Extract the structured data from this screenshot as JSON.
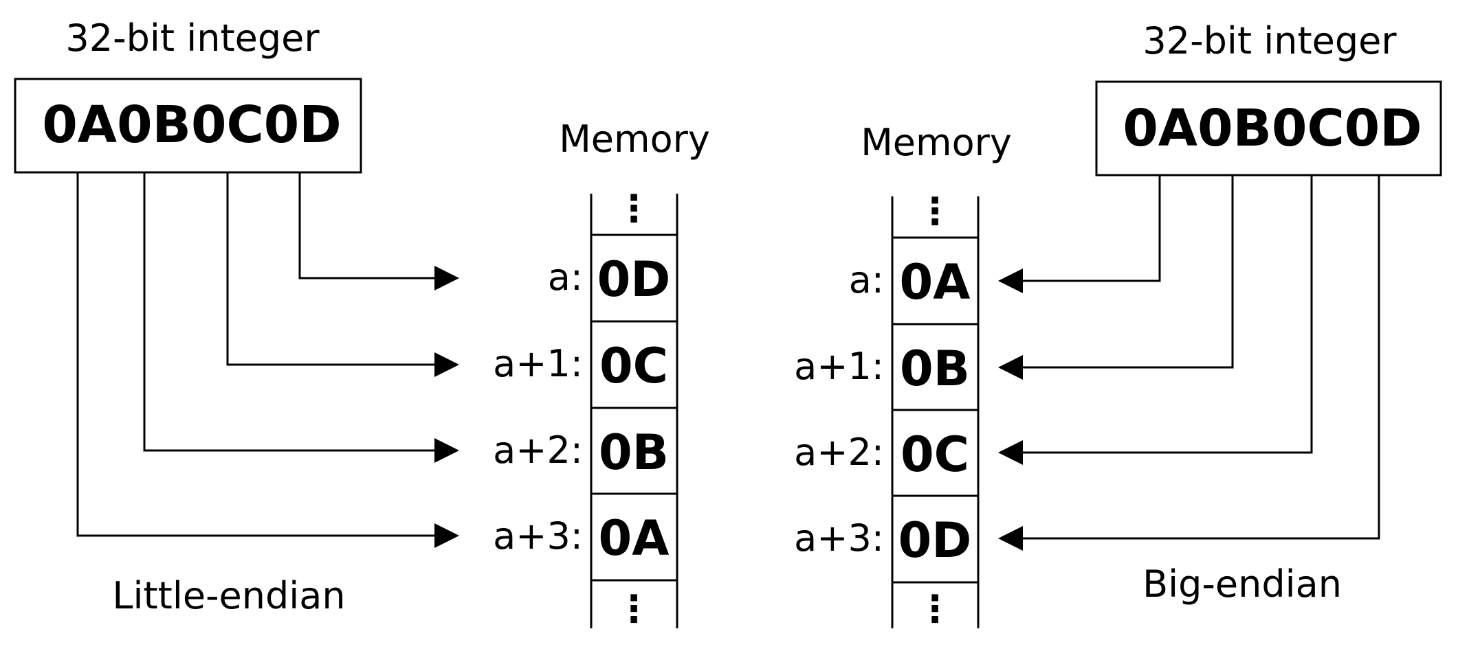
{
  "little_endian": {
    "integer_label": "32-bit integer",
    "integer_value": "0A0B0C0D",
    "memory_label": "Memory",
    "ellipsis": "⋮",
    "cells": [
      {
        "address": "a:",
        "byte": "0D"
      },
      {
        "address": "a+1:",
        "byte": "0C"
      },
      {
        "address": "a+2:",
        "byte": "0B"
      },
      {
        "address": "a+3:",
        "byte": "0A"
      }
    ],
    "caption": "Little-endian"
  },
  "big_endian": {
    "integer_label": "32-bit integer",
    "integer_value": "0A0B0C0D",
    "memory_label": "Memory",
    "ellipsis": "⋮",
    "cells": [
      {
        "address": "a:",
        "byte": "0A"
      },
      {
        "address": "a+1:",
        "byte": "0B"
      },
      {
        "address": "a+2:",
        "byte": "0C"
      },
      {
        "address": "a+3:",
        "byte": "0D"
      }
    ],
    "caption": "Big-endian"
  },
  "colors": {
    "stroke": "#000000",
    "background": "#ffffff"
  }
}
